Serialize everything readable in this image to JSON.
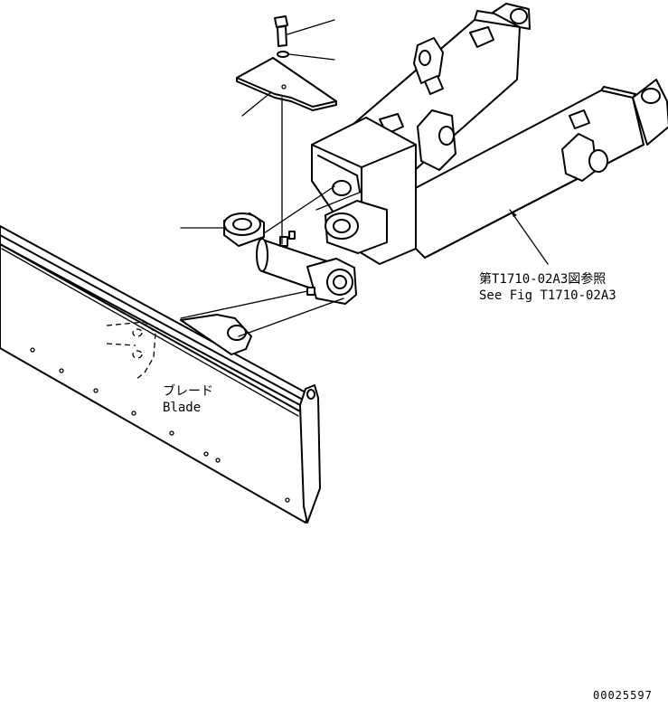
{
  "reference": {
    "line1": "第T1710-02A3図参照",
    "line2": "See Fig T1710-02A3"
  },
  "blade_label": {
    "jp": "ブレード",
    "en": "Blade"
  },
  "drawing_number": "00025597",
  "leader_icon": "callout-leader-line"
}
